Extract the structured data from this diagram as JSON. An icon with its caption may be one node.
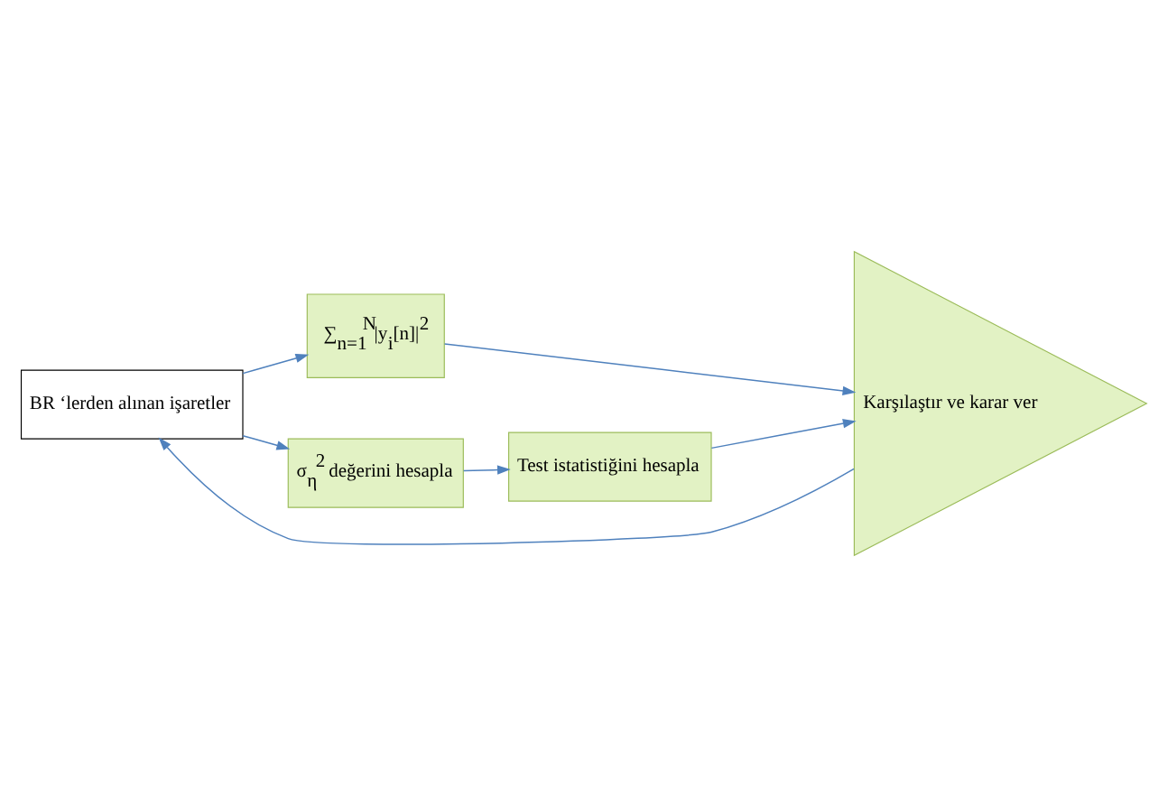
{
  "diagram": {
    "nodes": [
      {
        "text": [
          "BR ‘lerden alınan işaretler"
        ]
      },
      {
        "text": [
          "∑$_{n=1}$$^{N}$|y$_{i}$[n]|$^{2}$"
        ]
      },
      {
        "text": [
          "σ$_{η}$$^{2}$ değerini hesapla"
        ]
      },
      {
        "text": [
          "Test istatistiğini hesapla"
        ]
      },
      {
        "text": [
          "Karşılaştır ve karar ver"
        ]
      }
    ],
    "edges": [
      {
        "from": 0,
        "to": 1,
        "arrow": "to"
      },
      {
        "from": 1,
        "to": 4,
        "arrow": "to"
      },
      {
        "from": 0,
        "to": 2,
        "arrow": "to"
      },
      {
        "from": 2,
        "to": 3,
        "arrow": "to"
      },
      {
        "from": 3,
        "to": 4,
        "arrow": "to"
      },
      {
        "from": 4,
        "to": 0,
        "arrow": "to"
      }
    ]
  }
}
